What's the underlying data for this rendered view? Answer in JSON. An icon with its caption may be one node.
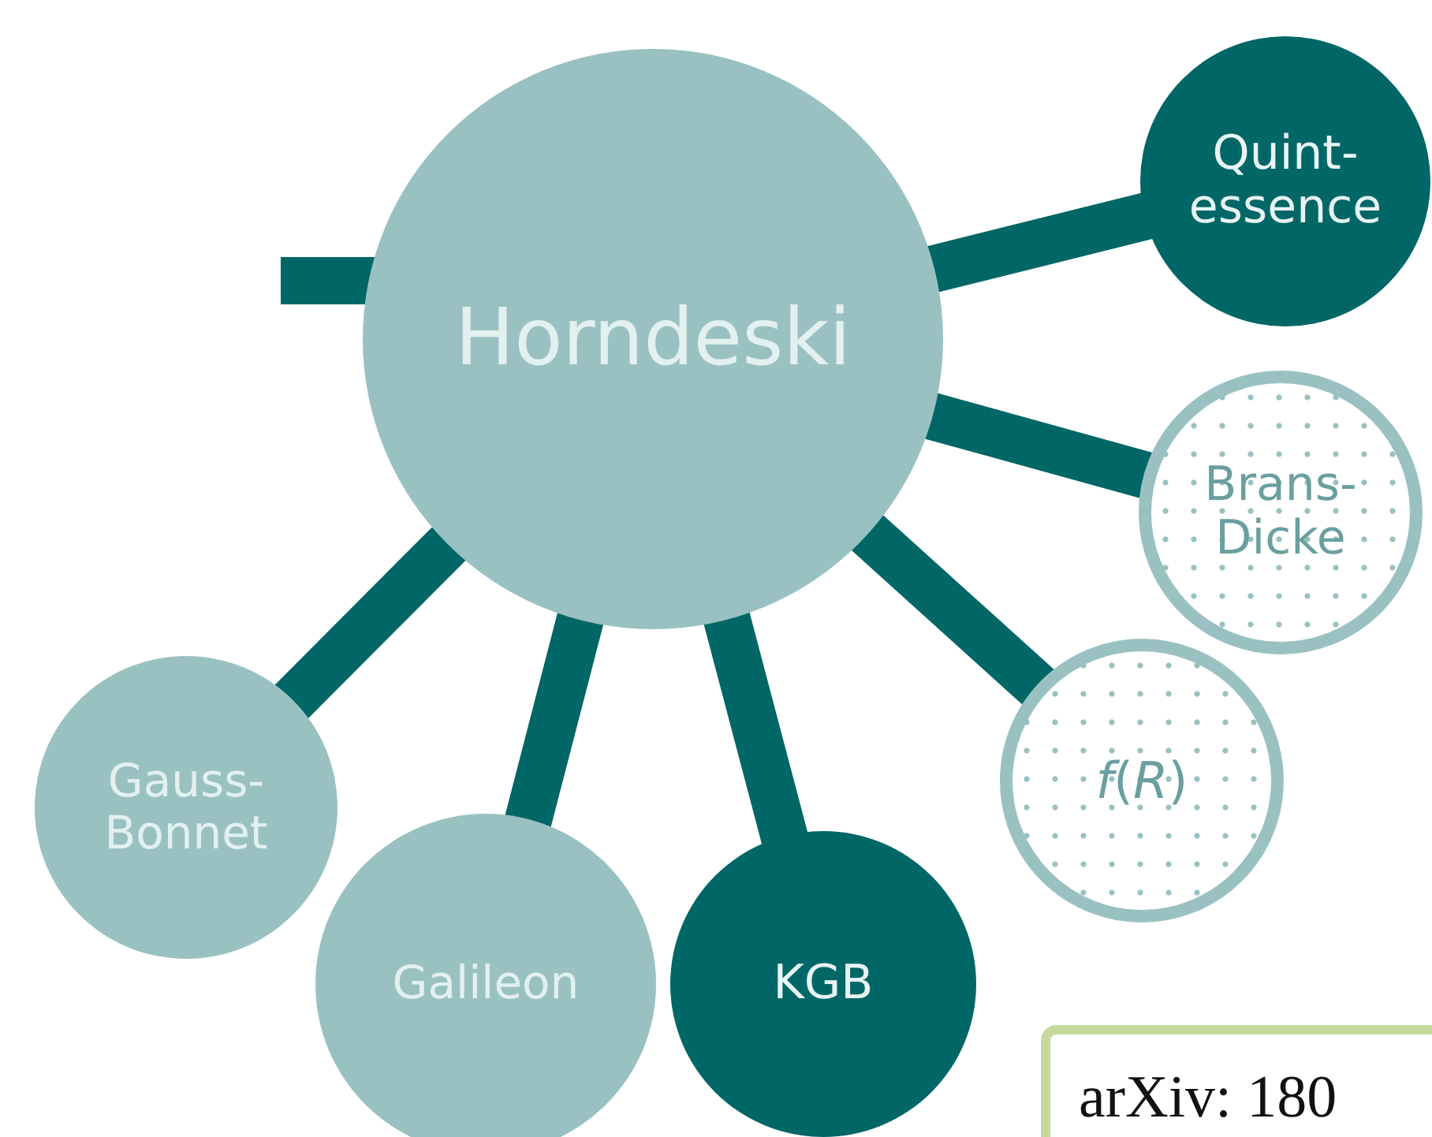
{
  "diagram": {
    "nodes": [
      {
        "text": [
          "Horndeski"
        ]
      },
      {
        "text": [
          "Quint- essence"
        ]
      },
      {
        "text": [
          "Brans- Dicke"
        ]
      },
      {
        "text": [
          "*f*(*R*)"
        ]
      },
      {
        "text": [
          "Gauss- Bonnet"
        ]
      },
      {
        "text": [
          "Galileon"
        ]
      },
      {
        "text": [
          "KGB"
        ]
      }
    ],
    "edges": [
      {
        "from": 0,
        "to": 1,
        "arrow": "none"
      },
      {
        "from": 0,
        "to": 2,
        "arrow": "none"
      },
      {
        "from": 0,
        "to": 3,
        "arrow": "none"
      },
      {
        "from": 0,
        "to": 4,
        "arrow": "none"
      },
      {
        "from": 0,
        "to": 5,
        "arrow": "none"
      },
      {
        "from": 0,
        "to": 6,
        "arrow": "none"
      },
      {
        "from": 0,
        "to": null,
        "arrow": "none"
      }
    ],
    "labels": [
      "arXiv: 180"
    ]
  }
}
